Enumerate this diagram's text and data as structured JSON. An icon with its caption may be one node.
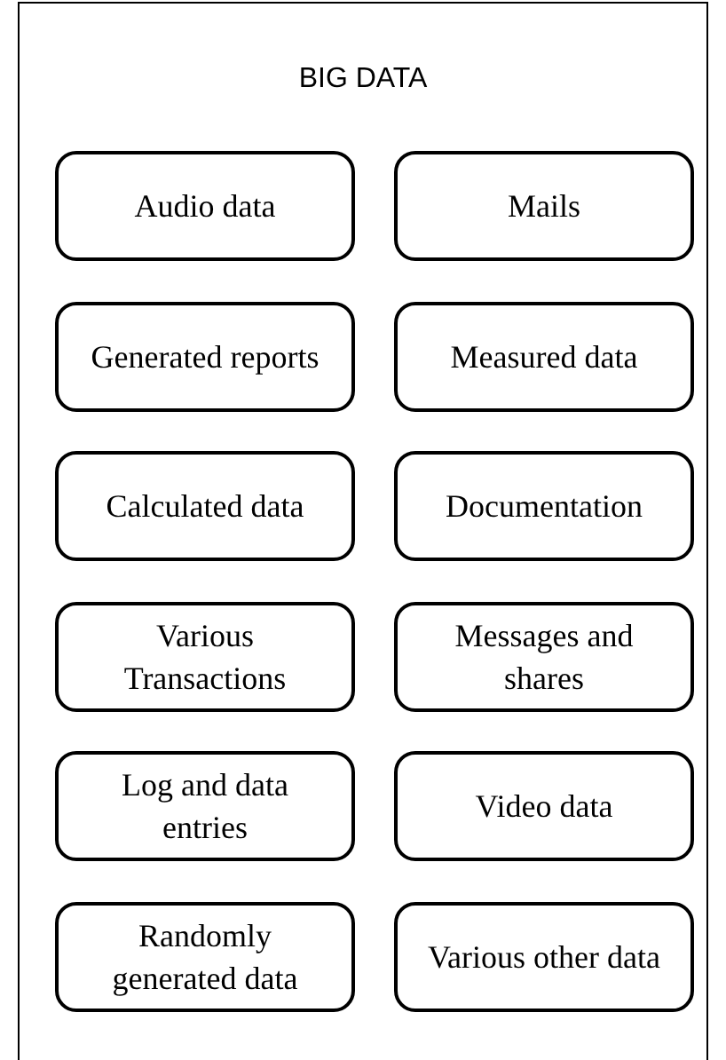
{
  "diagram": {
    "nodes": [
      {
        "text": [
          "BIG DATA"
        ]
      },
      {
        "text": [
          "Audio data"
        ],
        "in": 0
      },
      {
        "text": [
          "Mails"
        ],
        "in": 0
      },
      {
        "text": [
          "Generated reports"
        ],
        "in": 0
      },
      {
        "text": [
          "Measured data"
        ],
        "in": 0
      },
      {
        "text": [
          "Calculated data"
        ],
        "in": 0
      },
      {
        "text": [
          "Documentation"
        ],
        "in": 0
      },
      {
        "text": [
          "Various Transactions"
        ],
        "in": 0
      },
      {
        "text": [
          "Messages and shares"
        ],
        "in": 0
      },
      {
        "text": [
          "Log and data entries"
        ],
        "in": 0
      },
      {
        "text": [
          "Video data"
        ],
        "in": 0
      },
      {
        "text": [
          "Randomly generated data"
        ],
        "in": 0
      },
      {
        "text": [
          "Various other data"
        ],
        "in": 0
      }
    ]
  }
}
